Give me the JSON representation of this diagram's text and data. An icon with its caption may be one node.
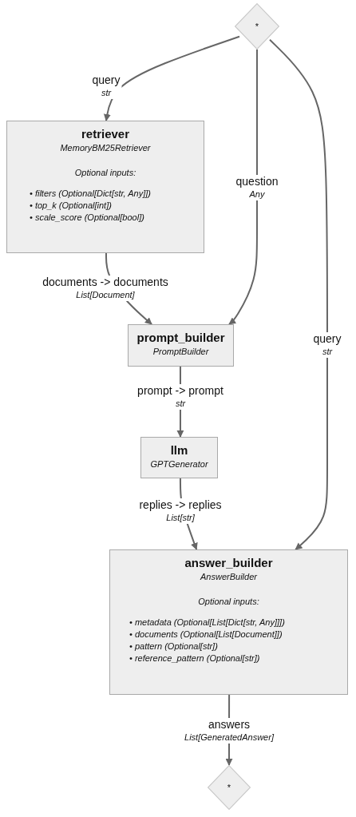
{
  "diagram": {
    "nodes": [
      {
        "text": [
          "*"
        ]
      },
      {
        "text": [
          "retriever",
          "MemoryBM25Retriever",
          "Optional inputs:",
          "• filters (Optional[Dict[str, Any]])",
          "• top_k (Optional[int])",
          "• scale_score (Optional[bool])"
        ]
      },
      {
        "text": [
          "prompt_builder",
          "PromptBuilder"
        ]
      },
      {
        "text": [
          "llm",
          "GPTGenerator"
        ]
      },
      {
        "text": [
          "answer_builder",
          "AnswerBuilder",
          "Optional inputs:",
          "• metadata (Optional[List[Dict[str, Any]]])",
          "• documents (Optional[List[Document]])",
          "• pattern (Optional[str])",
          "• reference_pattern (Optional[str])"
        ]
      },
      {
        "text": [
          "*"
        ]
      }
    ],
    "edges": [
      {
        "from": 0,
        "to": 1,
        "arrow": "to",
        "label": "query *str*"
      },
      {
        "from": 0,
        "to": 2,
        "arrow": "to",
        "label": "question *Any*"
      },
      {
        "from": 0,
        "to": 4,
        "arrow": "to",
        "label": "query *str*"
      },
      {
        "from": 1,
        "to": 2,
        "arrow": "to",
        "label": "documents -> documents *List[Document]*"
      },
      {
        "from": 2,
        "to": 3,
        "arrow": "to",
        "label": "prompt -> prompt *str*"
      },
      {
        "from": 3,
        "to": 4,
        "arrow": "to",
        "label": "replies -> replies *List[str]*"
      },
      {
        "from": 4,
        "to": 5,
        "arrow": "to",
        "label": "answers *List[GeneratedAnswer]*"
      }
    ]
  }
}
